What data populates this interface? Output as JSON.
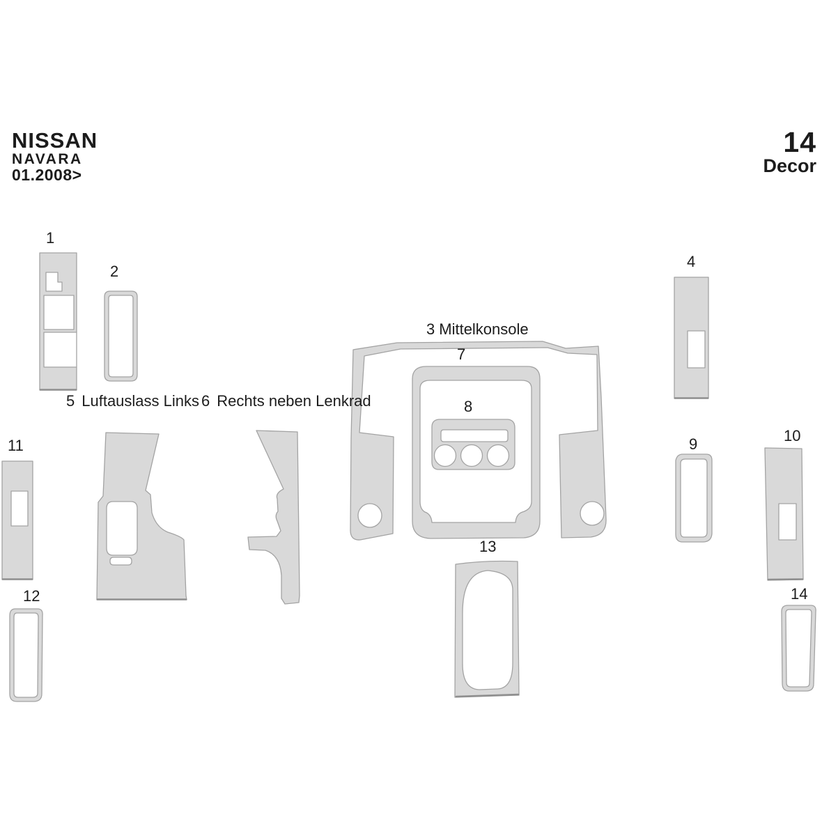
{
  "title": {
    "brand": "NISSAN",
    "model": "NAVARA",
    "year": "01.2008>"
  },
  "kit": {
    "count": "14",
    "type": "Decor"
  },
  "colors": {
    "background": "#ffffff",
    "part_fill": "#d9d9d9",
    "part_stroke": "#a3a3a3",
    "part_shadow": "#8f8f8f",
    "text_color": "#1c1c1c"
  },
  "parts": {
    "p1": {
      "number": "1"
    },
    "p2": {
      "number": "2"
    },
    "p3": {
      "number": "3",
      "name": "Mittelkonsole"
    },
    "p4": {
      "number": "4"
    },
    "p5": {
      "number": "5",
      "name": "Luftauslass Links"
    },
    "p6": {
      "number": "6",
      "name": "Rechts neben Lenkrad"
    },
    "p7": {
      "number": "7"
    },
    "p8": {
      "number": "8"
    },
    "p9": {
      "number": "9"
    },
    "p10": {
      "number": "10"
    },
    "p11": {
      "number": "11"
    },
    "p12": {
      "number": "12"
    },
    "p13": {
      "number": "13"
    },
    "p14": {
      "number": "14"
    }
  }
}
